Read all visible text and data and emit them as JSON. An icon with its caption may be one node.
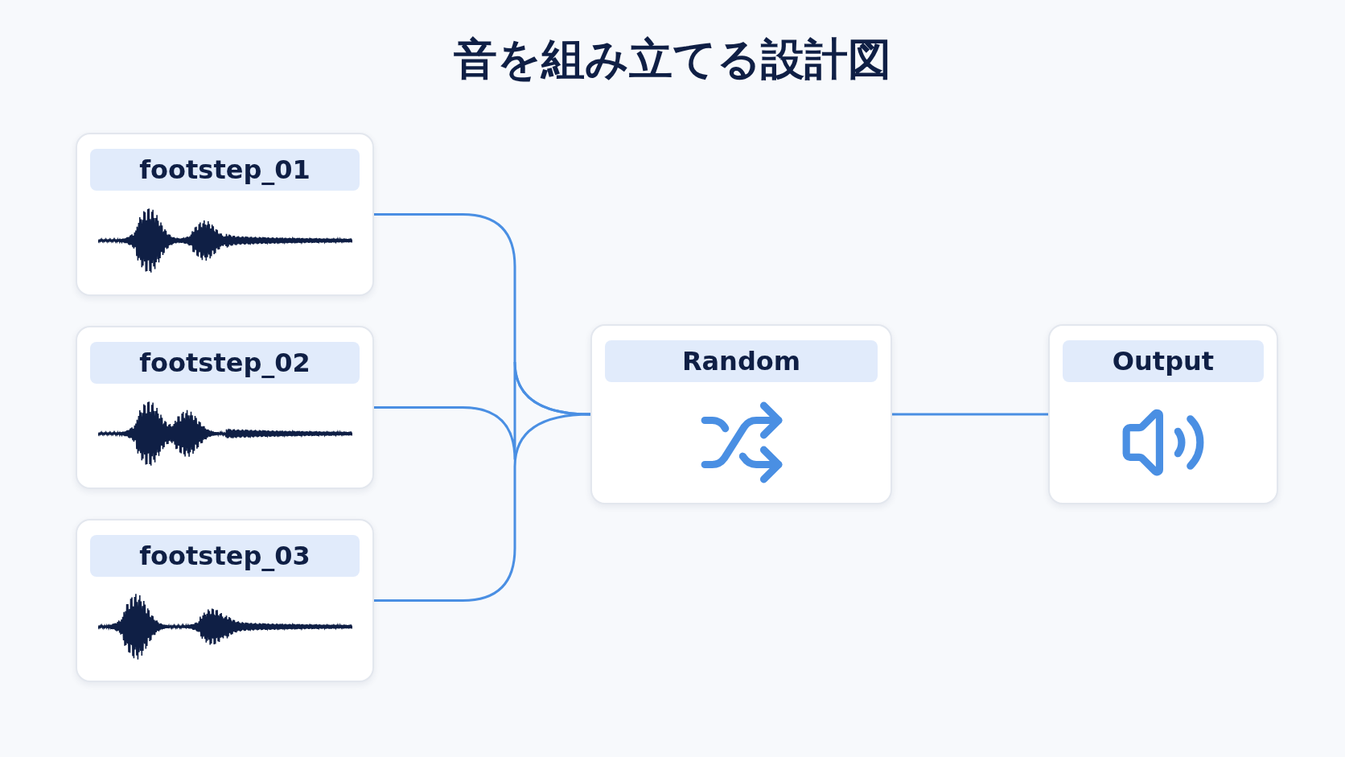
{
  "diagram": {
    "title": "音を組み立てる設計図",
    "nodes": [
      {
        "text": [
          "footstep_01"
        ]
      },
      {
        "text": [
          "footstep_02"
        ]
      },
      {
        "text": [
          "footstep_03"
        ]
      },
      {
        "text": [
          "Random"
        ]
      },
      {
        "text": [
          "Output"
        ]
      }
    ],
    "edges": [
      {
        "from": 0,
        "to": 3,
        "arrow": "none"
      },
      {
        "from": 1,
        "to": 3,
        "arrow": "none"
      },
      {
        "from": 2,
        "to": 3,
        "arrow": "none"
      },
      {
        "from": 3,
        "to": 4,
        "arrow": "none"
      }
    ]
  }
}
